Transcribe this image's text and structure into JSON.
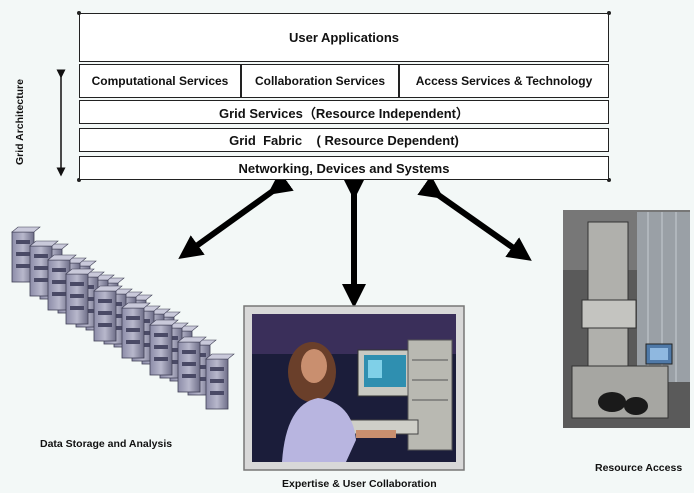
{
  "diagram": {
    "vertical_label": "Grid Architecture",
    "layers": {
      "user_applications": "User Applications",
      "services": [
        "Computational Services",
        "Collaboration Services",
        "Access Services & Technology"
      ],
      "grid_services": "Grid Services（Resource Independent）",
      "grid_fabric": "Grid  Fabric    ( Resource Dependent)",
      "networking": "Networking, Devices and Systems"
    },
    "captions": {
      "data_storage": "Data Storage and Analysis",
      "expertise": "Expertise & User Collaboration",
      "resource_access": "Resource Access"
    },
    "icons": [
      "server-rack-icon",
      "workstation-photo-icon",
      "microscope-photo-icon",
      "double-arrow-icon"
    ]
  }
}
